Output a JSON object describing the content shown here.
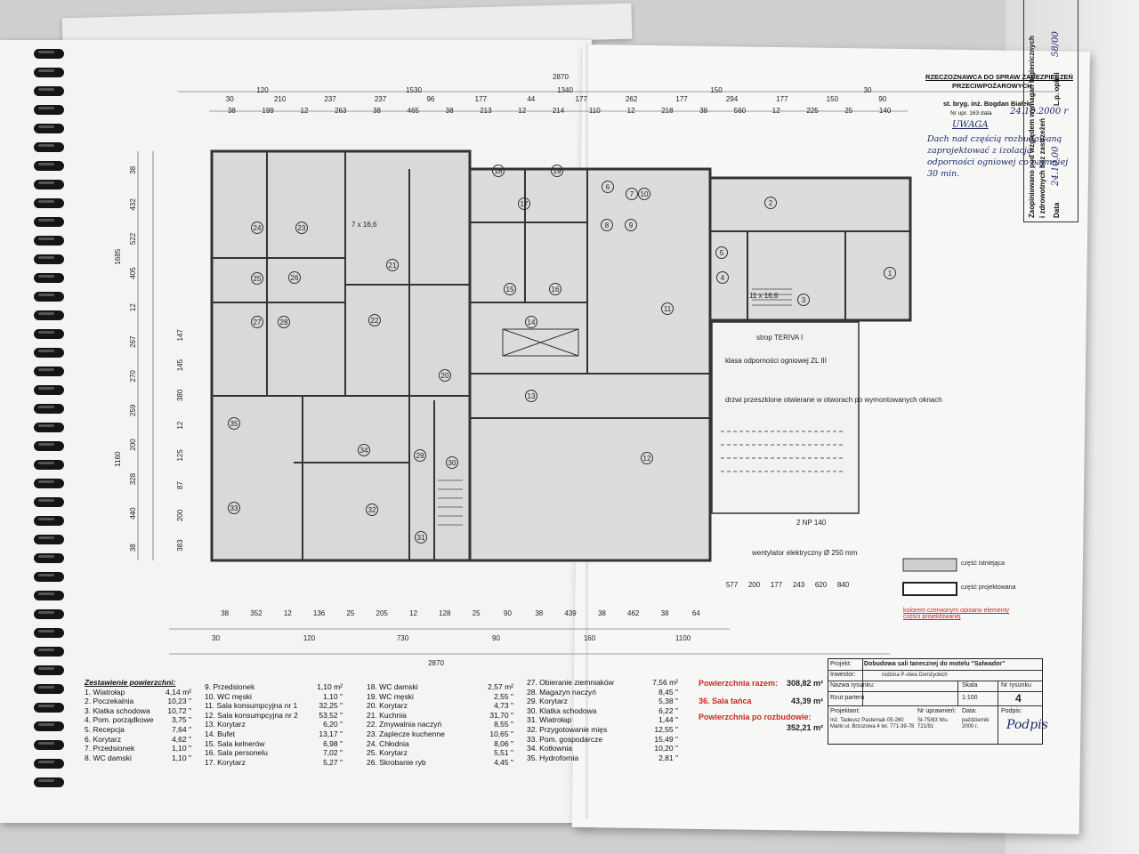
{
  "stamp": {
    "org_line1": "RZECZOZNAWCA DO SPRAW ZABEZPIECZEŃ",
    "org_line2": "PRZECIWPOŻAROWYCH",
    "person": "st. bryg. inż. Bogdan Białek",
    "permit": "Nr upr. 163 data",
    "note_head": "UWAGA",
    "note_text": "Dach nad częścią rozbudowaną zaprojektować z izolacją odporności ogniowej co najmniej 30 min."
  },
  "plan": {
    "top_dims_total": "2870",
    "top_dims_row1": [
      "120",
      "1530",
      "1340",
      "150",
      "30"
    ],
    "top_dims_row2": [
      "30",
      "210",
      "237",
      "237",
      "96",
      "177",
      "44",
      "177",
      "262",
      "177",
      "294",
      "177",
      "150",
      "90"
    ],
    "top_dims_row3": [
      "38",
      "199",
      "12",
      "263",
      "38",
      "465",
      "38",
      "213",
      "12",
      "214",
      "110",
      "12",
      "218",
      "38",
      "560",
      "12",
      "225",
      "25",
      "140"
    ],
    "left_dims_outer": [
      "1685",
      "1160"
    ],
    "left_dims_mid": [
      "38",
      "432",
      "522",
      "405",
      "12",
      "267",
      "270",
      "259",
      "200",
      "328",
      "440",
      "38"
    ],
    "left_dims_inner": [
      "147",
      "145",
      "380",
      "12",
      "125",
      "87",
      "200",
      "383"
    ],
    "bottom_dims_row1": [
      "38",
      "352",
      "12",
      "136",
      "25",
      "205",
      "12",
      "128",
      "25",
      "90",
      "38",
      "439",
      "38",
      "462",
      "38",
      "64"
    ],
    "bottom_dims_row2": [
      "30",
      "120",
      "730",
      "90",
      "160",
      "1100"
    ],
    "bottom_dims_total": "2870",
    "bottom_right": [
      "577",
      "200",
      "177",
      "243",
      "620",
      "840"
    ],
    "room_numbers": [
      "1",
      "2",
      "3",
      "4",
      "5",
      "6",
      "7",
      "8",
      "9",
      "10",
      "11",
      "12",
      "13",
      "14",
      "15",
      "16",
      "17",
      "18",
      "19",
      "20",
      "21",
      "22",
      "23",
      "24",
      "25",
      "26",
      "27",
      "28",
      "29",
      "30",
      "31",
      "32",
      "33",
      "34",
      "35"
    ],
    "annotations": {
      "strop": "strop TERIVA I",
      "klasa": "klasa odporności ogniowej ZL III",
      "drzwi": "drzwi przeszklone otwierane w otworach po wymontowanych oknach",
      "went": "wentylator elektryczny Ø 250 mm",
      "np": "2 NP 140",
      "stairs": "11 x 16,6",
      "stairs2": "7 x 16,6"
    }
  },
  "areas_left": {
    "head": "Zestawienie powierzchni:",
    "items": [
      [
        "1. Wiatrołap",
        "4,14 m²"
      ],
      [
        "2. Poczekalnia",
        "10,23 \""
      ],
      [
        "3. Klatka schodowa",
        "10,72 \""
      ],
      [
        "4. Pom. porządkowe",
        "3,75 \""
      ],
      [
        "5. Recepcja",
        "7,64 \""
      ],
      [
        "6. Korytarz",
        "4,62 \""
      ],
      [
        "7. Przedsionek",
        "1,10 \""
      ],
      [
        "8. WC damski",
        "1,10 \""
      ]
    ]
  },
  "areas_mid1": {
    "items": [
      [
        "9. Przedsionek",
        "1,10 m²"
      ],
      [
        "10. WC męski",
        "1,10 \""
      ],
      [
        "11. Sala konsumpcyjna nr 1",
        "32,25 \""
      ],
      [
        "12. Sala konsumpcyjna nr 2",
        "53,52 \""
      ],
      [
        "13. Korytarz",
        "6,20 \""
      ],
      [
        "14. Bufet",
        "13,17 \""
      ],
      [
        "15. Sala kelnerów",
        "6,98 \""
      ],
      [
        "16. Sala personelu",
        "7,02 \""
      ],
      [
        "17. Korytarz",
        "5,27 \""
      ]
    ]
  },
  "areas_mid2": {
    "items": [
      [
        "18. WC damski",
        "2,57 m²"
      ],
      [
        "19. WC męski",
        "2,55 \""
      ],
      [
        "20. Korytarz",
        "4,73 \""
      ],
      [
        "21. Kuchnia",
        "31,70 \""
      ],
      [
        "22. Zmywalnia naczyń",
        "8,55 \""
      ],
      [
        "23. Zaplecze kuchenne",
        "10,65 \""
      ],
      [
        "24. Chłodnia",
        "8,06 \""
      ],
      [
        "25. Korytarz",
        "5,51 \""
      ],
      [
        "26. Skrobanie ryb",
        "4,45 \""
      ]
    ]
  },
  "areas_mid3": {
    "items": [
      [
        "27. Obieranie ziemniaków",
        "7,56 m²"
      ],
      [
        "28. Magazyn naczyń",
        "8,45 \""
      ],
      [
        "29. Korytarz",
        "5,38 \""
      ],
      [
        "30. Klatka schodowa",
        "6,22 \""
      ],
      [
        "31. Wiatrołap",
        "1,44 \""
      ],
      [
        "32. Przygotowanie mięs",
        "12,55 \""
      ],
      [
        "33. Pom. gospodarcze",
        "15,49 \""
      ],
      [
        "34. Kotłownia",
        "10,20 \""
      ],
      [
        "35. Hydrofornia",
        "2,81 \""
      ]
    ]
  },
  "totals": {
    "razem_label": "Powierzchnia razem:",
    "razem_value": "308,82 m²",
    "sala_label": "36. Sala tańca",
    "sala_value": "43,39 m²",
    "po_label": "Powierzchnia po rozbudowie:",
    "po_value": "352,21 m²"
  },
  "titleblock": {
    "projekt_label": "Projekt:",
    "projekt_value": "Dobudowa sali tanecznej do motelu \"Salwador\"",
    "inwestor_label": "Inwestor:",
    "inwestor_value": "rodzina P-stwa Domżyckich",
    "nazwa_label": "Nazwa rysunku:",
    "nazwa_value": "Rzut parteru",
    "skala_label": "Skala",
    "skala_value": "1:100",
    "nr_label": "Nr rysunku",
    "nr_value": "4",
    "projektant_label": "Projektant:",
    "projektant_value": "Inż. Tadeusz Pasternak 05-260 Marki ul. Brzozowa 4 tel. 771-39-78",
    "upr_label": "Nr uprawnień:",
    "upr_value": "St-75/83 Ws-721/91",
    "data_label": "Data:",
    "data_value": "październik 2000 r.",
    "podpis_label": "Podpis:"
  },
  "legend": {
    "istn": "część istniejąca",
    "proj": "część projektowana",
    "note": "kolorem czerwonym opisano elementy części projektowanej"
  },
  "approval": {
    "line1": "Zaopiniowano pod względem wymagań higienicznych",
    "line2": "i zdrowotnych bez zastrzeżeń",
    "data_label": "Data",
    "data_value": "24.10.00",
    "lp_label": "L.p. opinii",
    "lp_value": "58/00"
  },
  "hand_notes": {
    "date_note": "24.10.2000 r",
    "signature": "Podpis"
  }
}
